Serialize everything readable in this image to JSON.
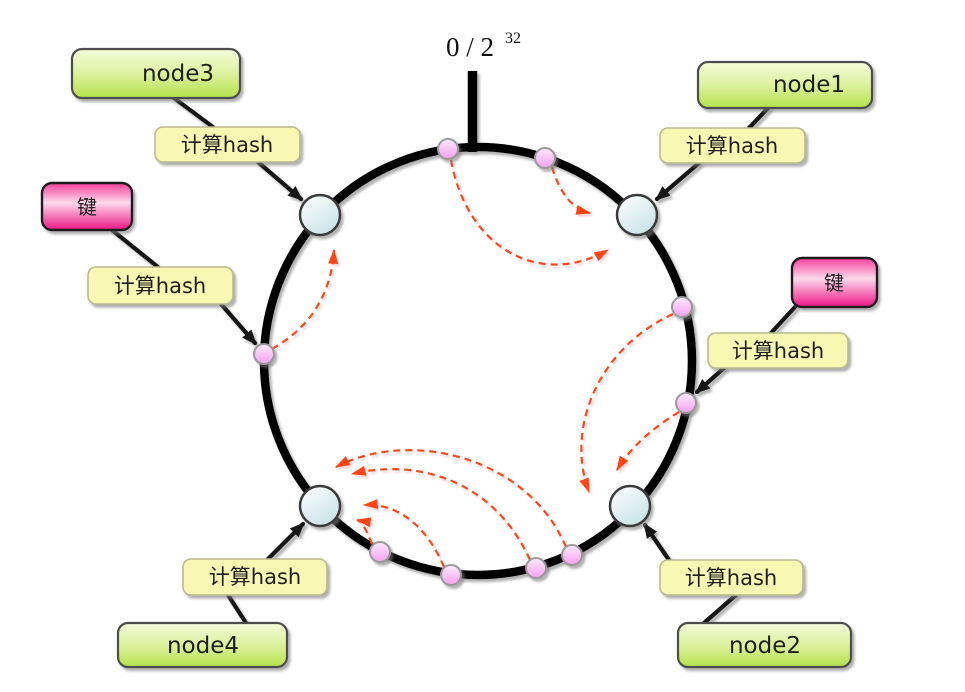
{
  "origin_label": {
    "base": "0 / 2",
    "exponent": "32"
  },
  "labels": {
    "node1": "node1",
    "node2": "node2",
    "node3": "node3",
    "node4": "node4",
    "key": "键",
    "compute_hash": "计算hash"
  },
  "colors": {
    "node_box_top": "#f3fbdb",
    "node_box_bottom": "#b5e14c",
    "hash_box_fill": "#f8f8b3",
    "key_box_edge": "#f43e9b",
    "key_box_center": "#fcd9ec",
    "ring_stroke": "#000000",
    "node_circle_fill": "#d6eaec",
    "key_dot_fill": "#f3a0ee",
    "mapping_arrow": "#ff4419",
    "connector": "#151515"
  }
}
